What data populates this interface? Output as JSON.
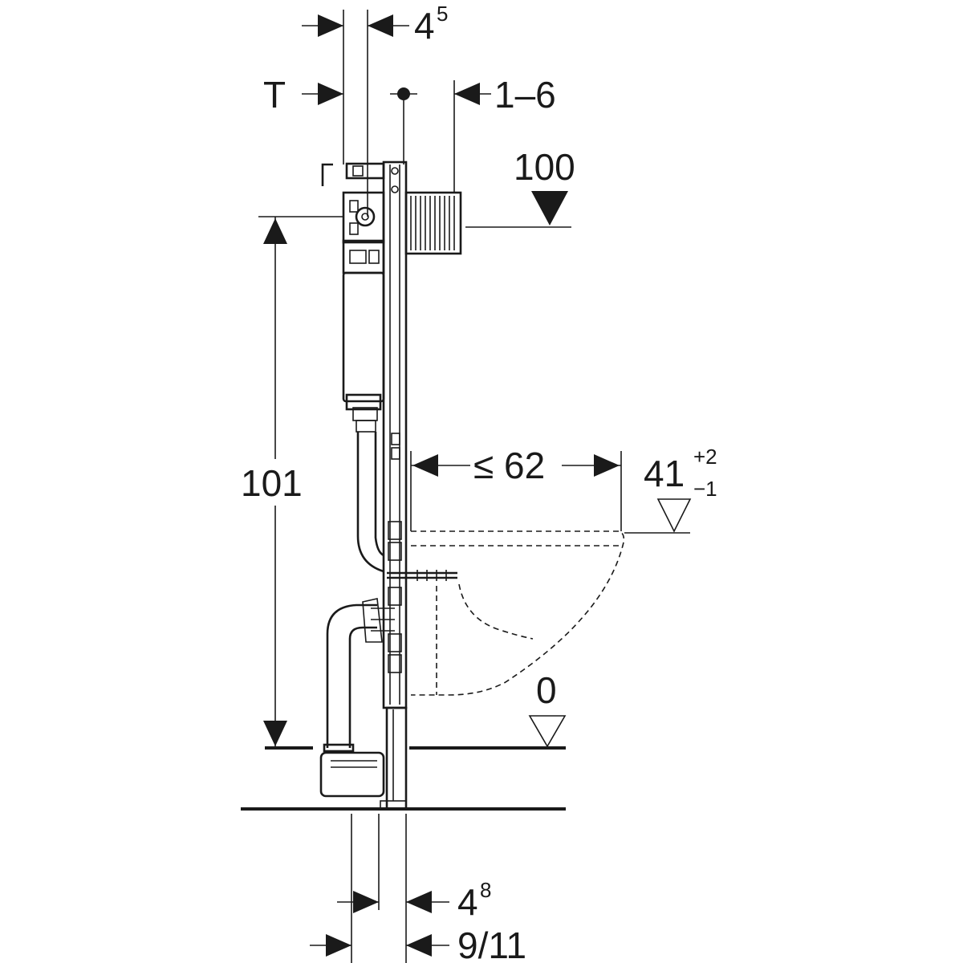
{
  "diagram": {
    "dimensions": {
      "frame_depth": {
        "base": "4",
        "sup": "5"
      },
      "t_label": "T",
      "wall_gap": "1–6",
      "top_level": "100",
      "height": "101",
      "projection": "≤ 62",
      "seat_height": {
        "base": "41",
        "sup": "+2",
        "sub": "−1"
      },
      "floor_level": "0",
      "foot_width": {
        "base": "4",
        "sup": "8"
      },
      "floor_depth": "9/11"
    },
    "colors": {
      "ink": "#1a1a1a",
      "background": "#ffffff"
    }
  }
}
